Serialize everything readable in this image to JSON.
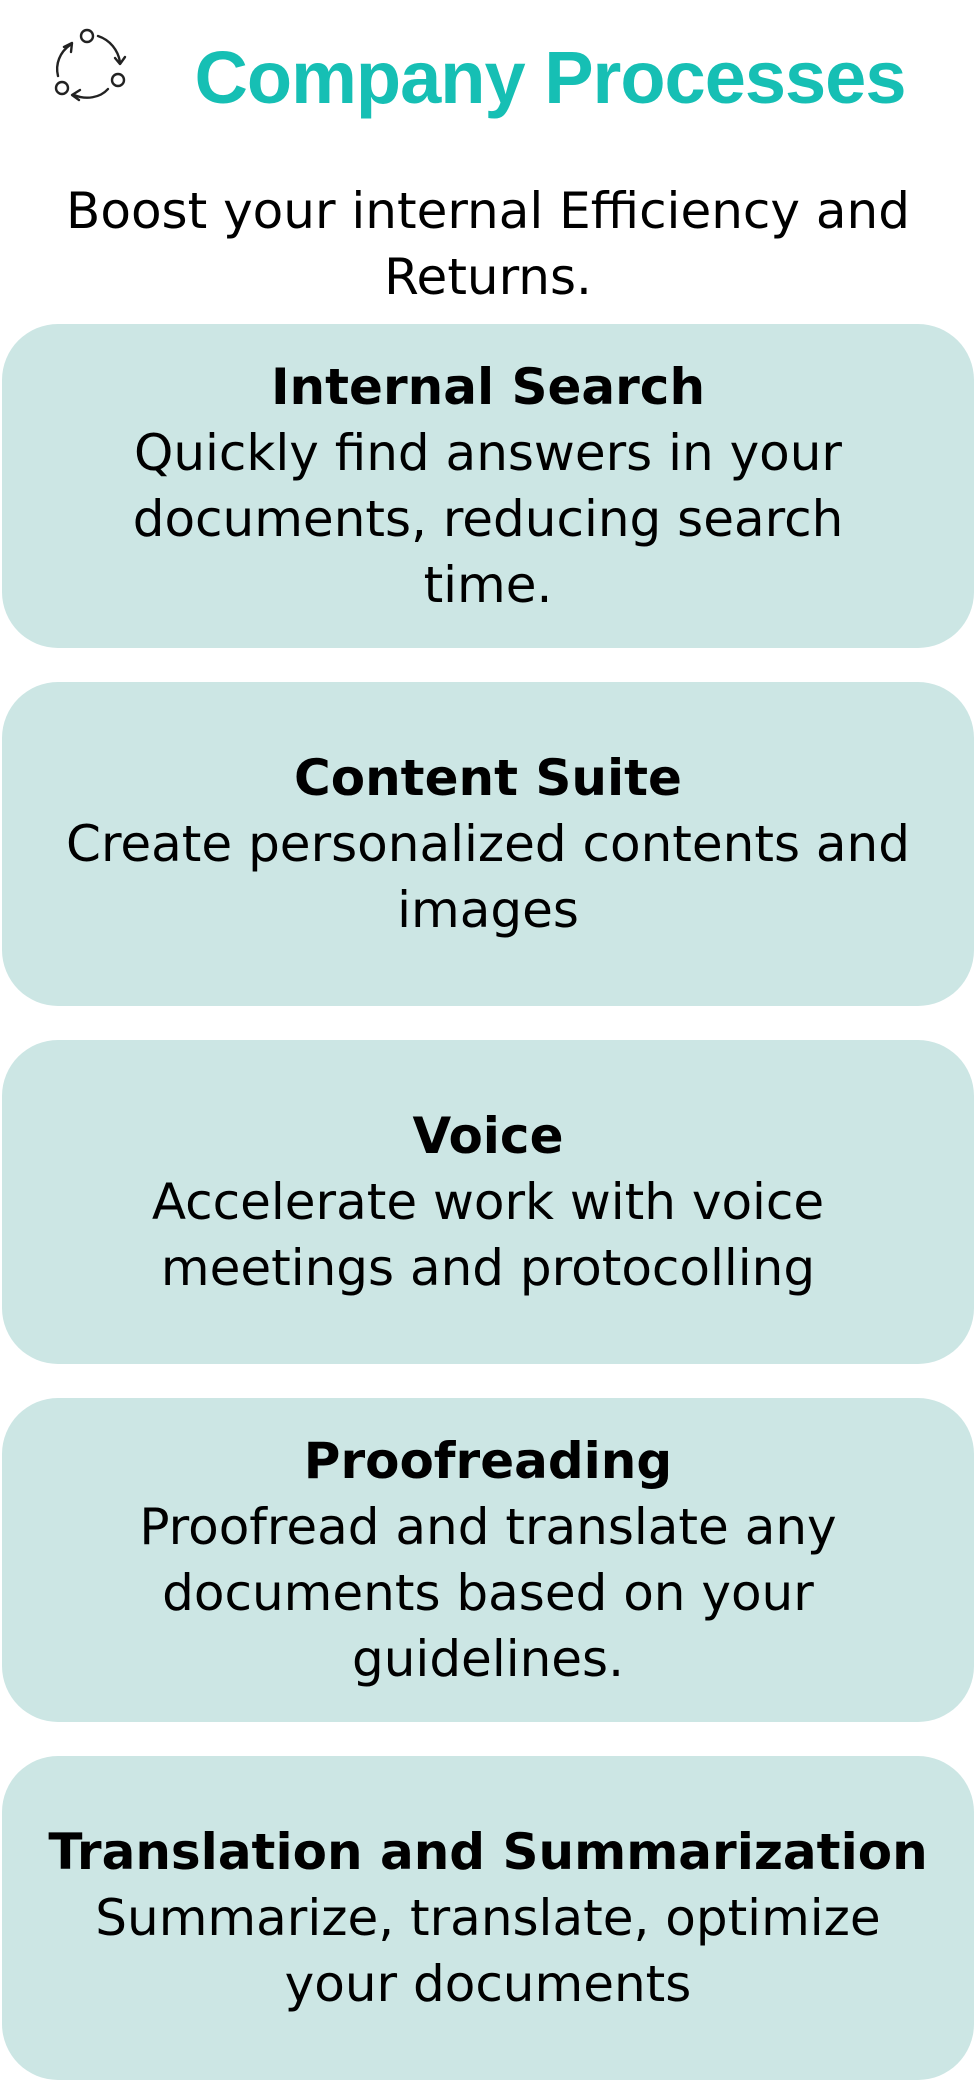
{
  "header": {
    "icon": "cycle-arrows-icon",
    "title": "Company Processes",
    "subtitle": "Boost your internal Efficiency and Returns."
  },
  "colors": {
    "title": "#16bfb4",
    "card_background": "#cce6e4",
    "text": "#000000"
  },
  "cards": [
    {
      "title": "Internal Search",
      "description": "Quickly find answers in your documents, reducing search time."
    },
    {
      "title": "Content Suite",
      "description": "Create personalized contents and images"
    },
    {
      "title": "Voice",
      "description": "Accelerate work with voice meetings and protocolling"
    },
    {
      "title": "Proofreading",
      "description": "Proofread and translate any documents based on your guidelines."
    },
    {
      "title": "Translation and Summarization",
      "description": "Summarize, translate, optimize your documents"
    }
  ]
}
